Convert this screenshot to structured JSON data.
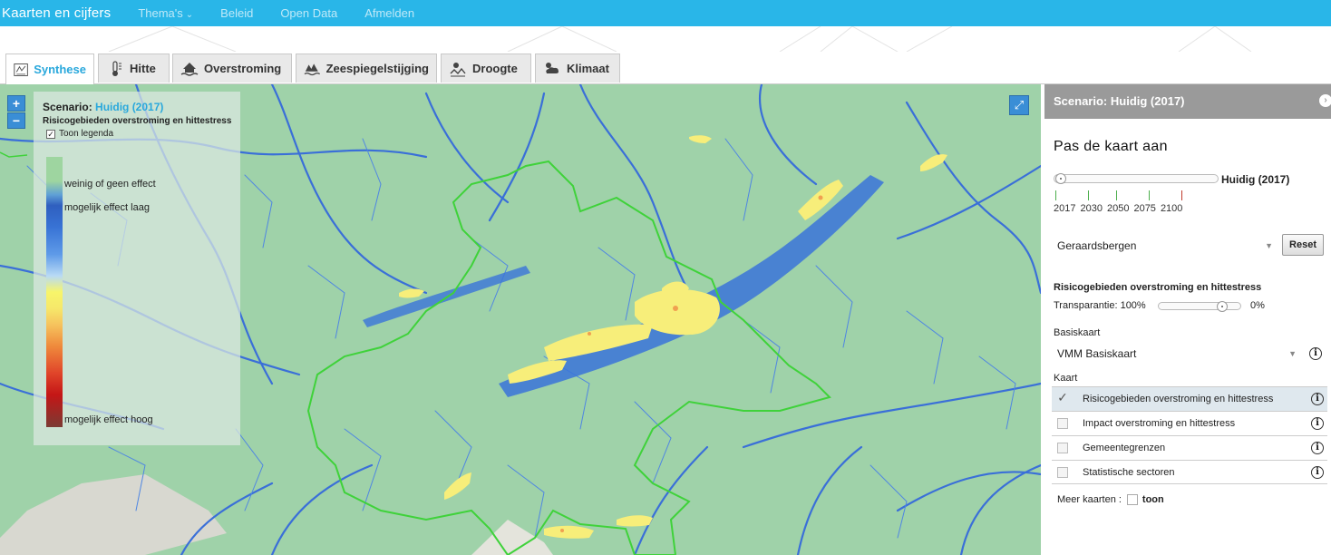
{
  "topnav": {
    "brand": "Kaarten en cijfers",
    "items": [
      "Thema's",
      "Beleid",
      "Open Data",
      "Afmelden"
    ]
  },
  "tabs": [
    {
      "label": "Synthese",
      "active": true
    },
    {
      "label": "Hitte",
      "active": false
    },
    {
      "label": "Overstroming",
      "active": false
    },
    {
      "label": "Zeespiegelstijging",
      "active": false
    },
    {
      "label": "Droogte",
      "active": false
    },
    {
      "label": "Klimaat",
      "active": false
    }
  ],
  "map": {
    "zoom_in": "+",
    "zoom_out": "−",
    "fullscreen": "⤢"
  },
  "legend": {
    "scenario_label": "Scenario:",
    "scenario_value": "Huidig (2017)",
    "layer": "Risicogebieden overstroming en hittestress",
    "toon": "Toon legenda",
    "labels": [
      "weinig of geen effect",
      "mogelijk effect laag",
      "mogelijk effect hoog"
    ]
  },
  "panel": {
    "title": "Scenario: Huidig (2017)",
    "heading": "Pas de kaart aan",
    "scenario_value": "Huidig (2017)",
    "years": [
      "2017",
      "2030",
      "2050",
      "2075",
      "2100"
    ],
    "year_colors": [
      "#4cae4c",
      "#4cae4c",
      "#4cae4c",
      "#4cae4c",
      "#c0392b"
    ],
    "municipality": "Geraardsbergen",
    "reset": "Reset",
    "layer_title": "Risicogebieden overstroming en hittestress",
    "transparency_label": "Transparantie: 100%",
    "transparency_max": "0%",
    "basiskaart_label": "Basiskaart",
    "basiskaart_value": "VMM Basiskaart",
    "kaart_label": "Kaart",
    "kaart_items": [
      {
        "label": "Risicogebieden overstroming en hittestress",
        "checked": true
      },
      {
        "label": "Impact overstroming en hittestress",
        "checked": false
      },
      {
        "label": "Gemeentegrenzen",
        "checked": false
      },
      {
        "label": "Statistische sectoren",
        "checked": false
      }
    ],
    "meer_label": "Meer kaarten :",
    "meer_toon": "toon"
  },
  "colors": {
    "nav": "#29b6e8",
    "accent": "#29a8dc",
    "map_green": "#9fd2a9",
    "river_blue": "#3a6fd8",
    "boundary_green": "#3fd23a",
    "risk_yellow": "#f7ee7a"
  }
}
